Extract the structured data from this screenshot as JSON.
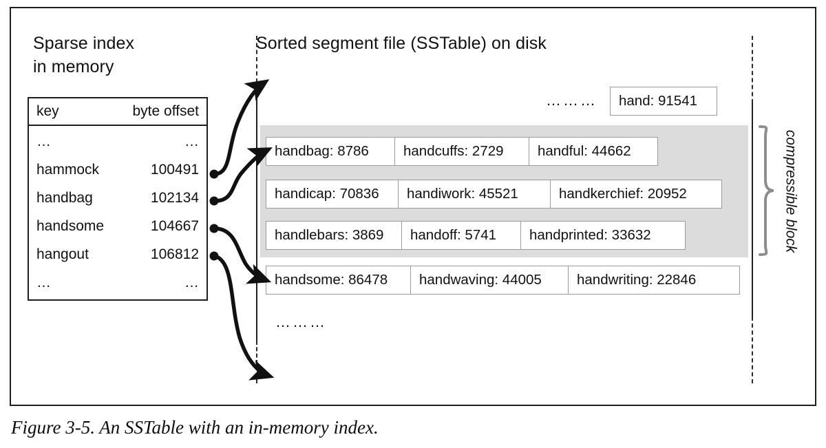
{
  "figure": {
    "caption": "Figure 3-5. An SSTable with an in-memory index.",
    "sparse_index_title": "Sparse index\nin memory",
    "sstable_title": "Sorted segment file (SSTable) on disk",
    "compressible_block_label": "compressible block",
    "ellipsis": "………",
    "ellipsis_small": "………"
  },
  "index_table": {
    "columns": [
      "key",
      "byte offset"
    ],
    "rows": [
      {
        "key": "…",
        "offset": "…"
      },
      {
        "key": "hammock",
        "offset": "100491"
      },
      {
        "key": "handbag",
        "offset": "102134"
      },
      {
        "key": "handsome",
        "offset": "104667"
      },
      {
        "key": "hangout",
        "offset": "106812"
      },
      {
        "key": "…",
        "offset": "…"
      }
    ]
  },
  "sstable": {
    "header_row": {
      "entries": [
        {
          "key": "hand",
          "value": "91541",
          "label": "hand: 91541"
        }
      ]
    },
    "block_rows": [
      {
        "entries": [
          {
            "key": "handbag",
            "value": "8786",
            "label": "handbag: 8786"
          },
          {
            "key": "handcuffs",
            "value": "2729",
            "label": "handcuffs: 2729"
          },
          {
            "key": "handful",
            "value": "44662",
            "label": "handful: 44662"
          }
        ]
      },
      {
        "entries": [
          {
            "key": "handicap",
            "value": "70836",
            "label": "handicap: 70836"
          },
          {
            "key": "handiwork",
            "value": "45521",
            "label": "handiwork: 45521"
          },
          {
            "key": "handkerchief",
            "value": "20952",
            "label": "handkerchief: 20952"
          }
        ]
      },
      {
        "entries": [
          {
            "key": "handlebars",
            "value": "3869",
            "label": "handlebars: 3869"
          },
          {
            "key": "handoff",
            "value": "5741",
            "label": "handoff: 5741"
          },
          {
            "key": "handprinted",
            "value": "33632",
            "label": "handprinted: 33632"
          }
        ]
      }
    ],
    "trailing_row": {
      "entries": [
        {
          "key": "handsome",
          "value": "86478",
          "label": "handsome: 86478"
        },
        {
          "key": "handwaving",
          "value": "44005",
          "label": "handwaving: 44005"
        },
        {
          "key": "handwriting",
          "value": "22846",
          "label": "handwriting: 22846"
        }
      ]
    }
  },
  "colors": {
    "stroke": "#1d1d1d",
    "cell_border": "#9a9a9a",
    "block_fill": "#dcdcdc",
    "brace": "#8a8a8a",
    "background": "#ffffff"
  }
}
